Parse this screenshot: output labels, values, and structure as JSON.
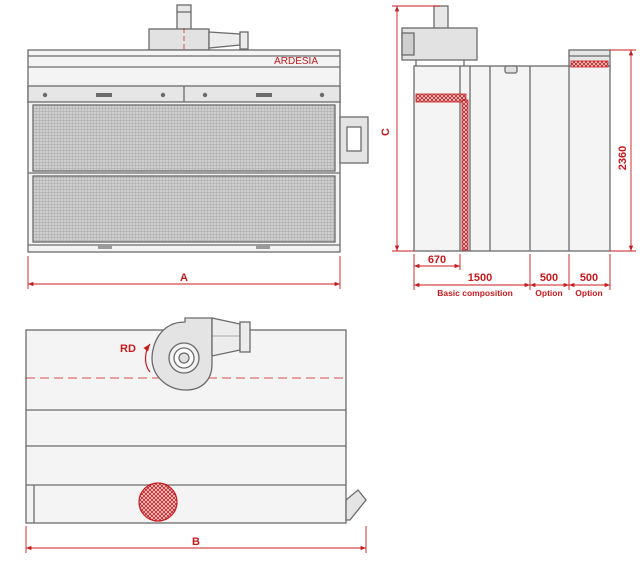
{
  "brand": "ARDESIA",
  "front_view": {
    "width_label": "A"
  },
  "side_view": {
    "height_label": "C",
    "height_value": "2360",
    "depth_value": "670",
    "segments": [
      {
        "value": "1500",
        "caption": "Basic composition"
      },
      {
        "value": "500",
        "caption": "Option"
      },
      {
        "value": "500",
        "caption": "Option"
      }
    ]
  },
  "top_view": {
    "rotation_label": "RD",
    "width_label": "B"
  },
  "colors": {
    "line": "#6b6b6b",
    "dimension": "#c8191c",
    "panel": "#e2e2e2",
    "filter_hatch": "#c8191c"
  }
}
